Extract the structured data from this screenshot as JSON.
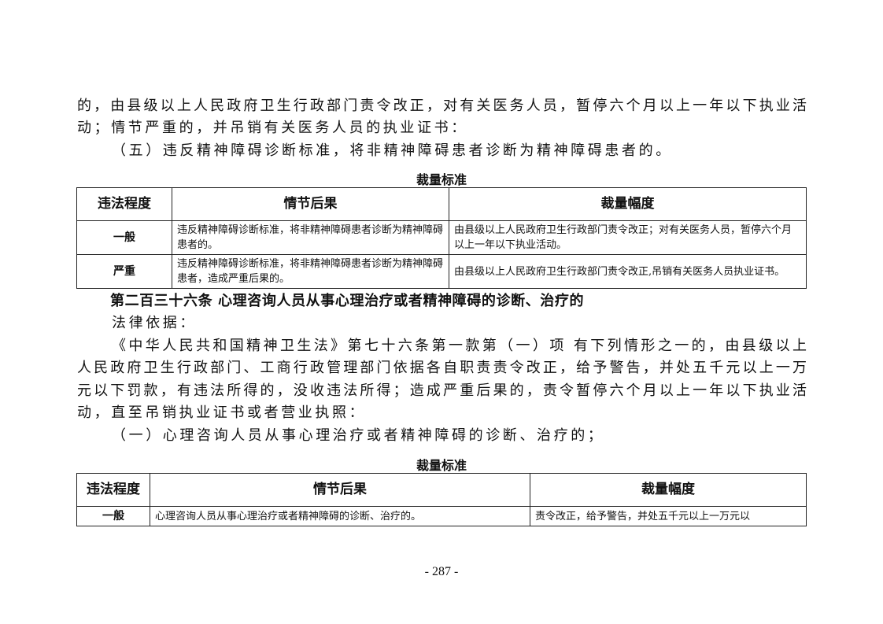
{
  "intro_lines": [
    "的，由县级以上人民政府卫生行政部门责令改正，对有关医务人员，暂停六个月以上一年以下执业活",
    "动；情节严重的，并吊销有关医务人员的执业证书："
  ],
  "item_five": "（五）违反精神障碍诊断标准，将非精神障碍患者诊断为精神障碍患者的。",
  "table1": {
    "title": "裁量标准",
    "headers": [
      "违法程度",
      "情节后果",
      "裁量幅度"
    ],
    "rows": [
      {
        "level": "一般",
        "circumstance": "违反精神障碍诊断标准，将非精神障碍患者诊断为精神障碍患者的。",
        "range": "由县级以上人民政府卫生行政部门责令改正；对有关医务人员，暂停六个月以上一年以下执业活动。"
      },
      {
        "level": "严重",
        "circumstance": "违反精神障碍诊断标准，将非精神障碍患者诊断为精神障碍患者，造成严重后果的。",
        "range": "由县级以上人民政府卫生行政部门责令改正,吊销有关医务人员执业证书。"
      }
    ]
  },
  "article_heading": "第二百三十六条 心理咨询人员从事心理治疗或者精神障碍的诊断、治疗的",
  "legal_basis_label": "法律依据：",
  "basis_lines": [
    "《中华人民共和国精神卫生法》第七十六条第一款第（一）项 有下列情形之一的，由县级以上",
    "人民政府卫生行政部门、工商行政管理部门依据各自职责责令改正，给予警告，并处五千元以上一万",
    "元以下罚款，有违法所得的，没收违法所得；造成严重后果的，责令暂停六个月以上一年以下执业活",
    "动，直至吊销执业证书或者营业执照："
  ],
  "item_one": "（一）心理咨询人员从事心理治疗或者精神障碍的诊断、治疗的；",
  "table2": {
    "title": "裁量标准",
    "headers": [
      "违法程度",
      "情节后果",
      "裁量幅度"
    ],
    "rows": [
      {
        "level": "一般",
        "circumstance": "心理咨询人员从事心理治疗或者精神障碍的诊断、治疗的。",
        "range": "责令改正，给予警告，并处五千元以上一万元以"
      }
    ]
  },
  "page_number": "- 287 -"
}
